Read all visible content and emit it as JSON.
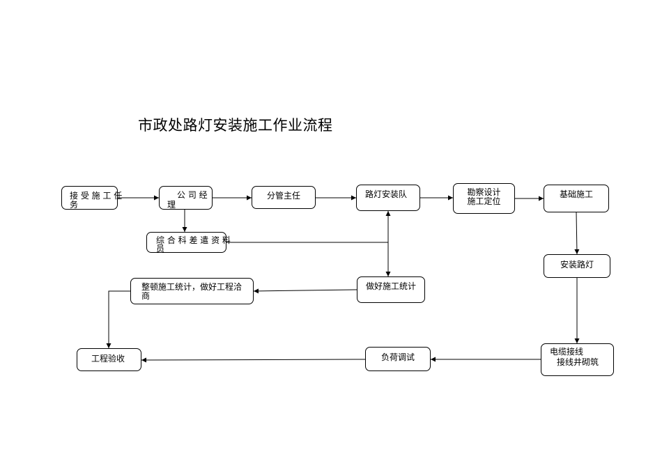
{
  "title": "市政处路灯安装施工作业流程",
  "nodes": {
    "receive_task": {
      "line1": "接 受 施 工 任",
      "line2": "务"
    },
    "company_manager": {
      "line1": "公 司 经",
      "line2": "理"
    },
    "division_director": {
      "line1": "分管主任"
    },
    "streetlight_team": {
      "line1": "路灯安装队"
    },
    "survey_design": {
      "line1": "勘察设计",
      "line2": "施工定位"
    },
    "foundation": {
      "line1": "基础施工"
    },
    "admin_staff": {
      "line1": "综 合 科 差 遣 资 料",
      "line2": "员"
    },
    "install_lights": {
      "line1": "安装路灯"
    },
    "compile_stats": {
      "line1": "整顿施工统计，做好工程洽",
      "line2": "商"
    },
    "construction_stats": {
      "line1": "做好施工统计"
    },
    "acceptance": {
      "line1": "工程验收"
    },
    "load_test": {
      "line1": "负荷调试"
    },
    "cable_well": {
      "line1": "电缆接线",
      "line2": "接线井砌筑"
    }
  }
}
